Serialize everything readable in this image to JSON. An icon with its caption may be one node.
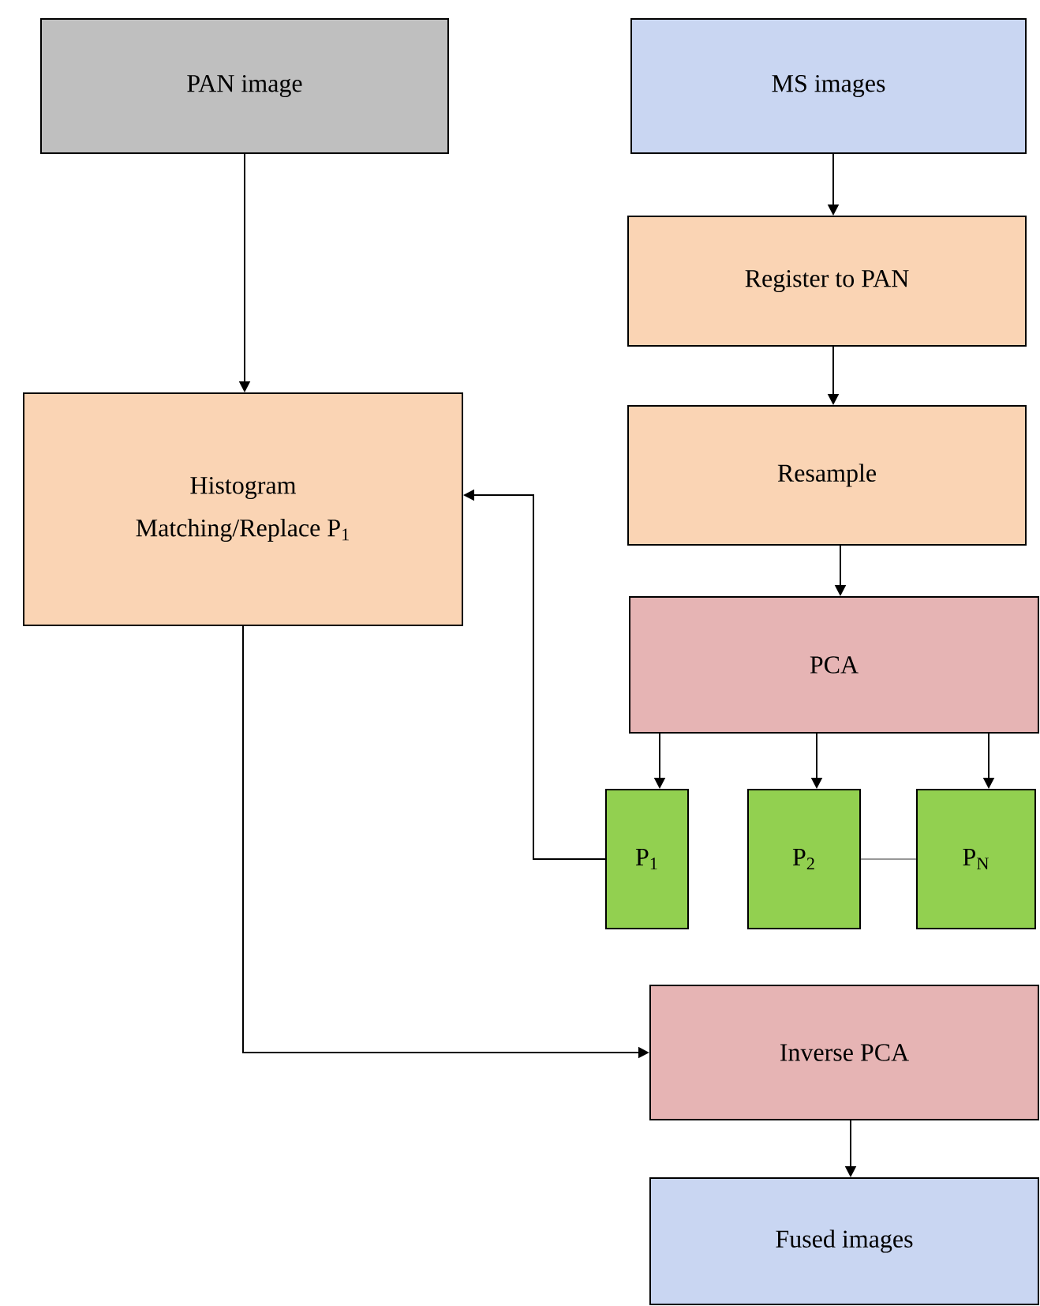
{
  "diagram": {
    "nodes": [
      {
        "text": [
          "PAN image"
        ]
      },
      {
        "text": [
          "MS images"
        ]
      },
      {
        "text": [
          "Register to PAN"
        ]
      },
      {
        "text": [
          "Histogram",
          "Matching/Replace P$_{1}$"
        ]
      },
      {
        "text": [
          "Resample"
        ]
      },
      {
        "text": [
          "PCA"
        ]
      },
      {
        "text": [
          "P$_{1}$"
        ]
      },
      {
        "text": [
          "P$_{2}$"
        ]
      },
      {
        "text": [
          "P$_{N}$"
        ]
      },
      {
        "text": [
          "Inverse PCA"
        ]
      },
      {
        "text": [
          "Fused images"
        ]
      }
    ],
    "edges": [
      {
        "from": 0,
        "to": 3,
        "arrow": "to"
      },
      {
        "from": 1,
        "to": 2,
        "arrow": "to"
      },
      {
        "from": 2,
        "to": 4,
        "arrow": "to"
      },
      {
        "from": 4,
        "to": 5,
        "arrow": "to"
      },
      {
        "from": 5,
        "to": 6,
        "arrow": "to"
      },
      {
        "from": 5,
        "to": 7,
        "arrow": "to"
      },
      {
        "from": 5,
        "to": 8,
        "arrow": "to"
      },
      {
        "from": 6,
        "to": 3,
        "arrow": "to"
      },
      {
        "from": 7,
        "to": 8,
        "arrow": "none"
      },
      {
        "from": 3,
        "to": 9,
        "arrow": "to"
      },
      {
        "from": 9,
        "to": 10,
        "arrow": "to"
      }
    ]
  }
}
